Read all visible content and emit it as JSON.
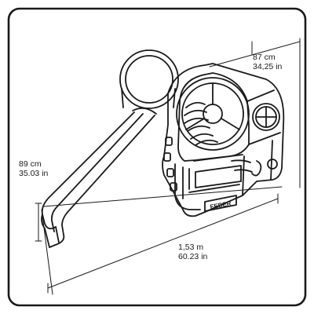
{
  "dimensions": {
    "height": {
      "metric": "89 cm",
      "imperial": "35.03 in"
    },
    "depth": {
      "metric": "87 cm",
      "imperial": "34,25 in"
    },
    "length": {
      "metric": "1,53 m",
      "imperial": "60.23 in"
    }
  },
  "product": {
    "logo_text": "FEBER"
  },
  "colors": {
    "line": "#1a1a1a",
    "background": "#ffffff"
  }
}
